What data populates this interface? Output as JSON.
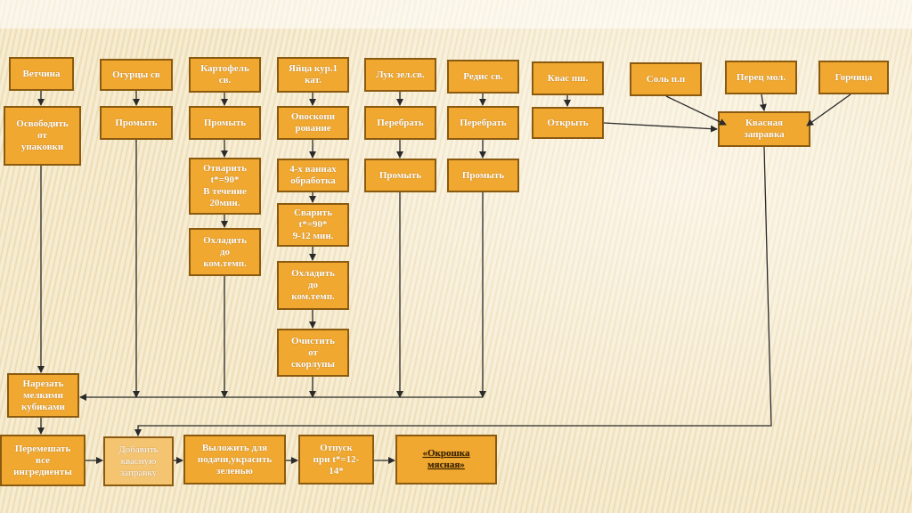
{
  "colors": {
    "box_fill": "#F0A830",
    "box_light": "#F4C470",
    "line": "#2a2a2a",
    "background": "#F3E7C8"
  },
  "nodes": {
    "vetchina": "Ветчина",
    "ogurtsy": "Огурцы св",
    "kartofel": "Картофель\nсв.",
    "yaitsa": "Яйца кур.1\nкат.",
    "luk": "Лук зел.св.",
    "redis": "Редис св.",
    "kvas": "Квас пш.",
    "sol": "Соль п.п",
    "perets": "Перец мол.",
    "gorchitsa": "Горчица",
    "osvobodit": "Освободить\nот\nупаковки",
    "promyt_ogurtsy": "Промыть",
    "promyt_kartofel": "Промыть",
    "ovoskopirovanie": "Овоскопи\nрование",
    "perebrat_luk": "Перебрать",
    "perebrat_redis": "Перебрать",
    "otkryt": "Открыть",
    "kvasnaya_zapravka": "Квасная\nзаправка",
    "otvarit": "Отварить\nt*=90*\nВ течение\n20мин.",
    "chetyre_vanny": "4-х ваннах\nобработка",
    "promyt_luk": "Промыть",
    "promyt_redis": "Промыть",
    "svarit": "Сварить\nt*=90*\n9-12 мин.",
    "ohladit_kartofel": "Охладить\nдо\nком.темп.",
    "ohladit_yaitsa": "Охладить\nдо\nком.темп.",
    "ochistit": "Очистить\nот\nскорлупы",
    "narezat": "Нарезать\nмелкими\nкубиками",
    "peremeshat": "Перемешать\nвсе\nингредиенты",
    "dobavit": "Добавить\nквасную\nзаправку",
    "vylozhit": "Выложить для\nподачи,украсить\nзеленью",
    "otpusk": "Отпуск\nпри t*=12-\n14*",
    "okroshka": "«Окрошка\nмясная»"
  }
}
